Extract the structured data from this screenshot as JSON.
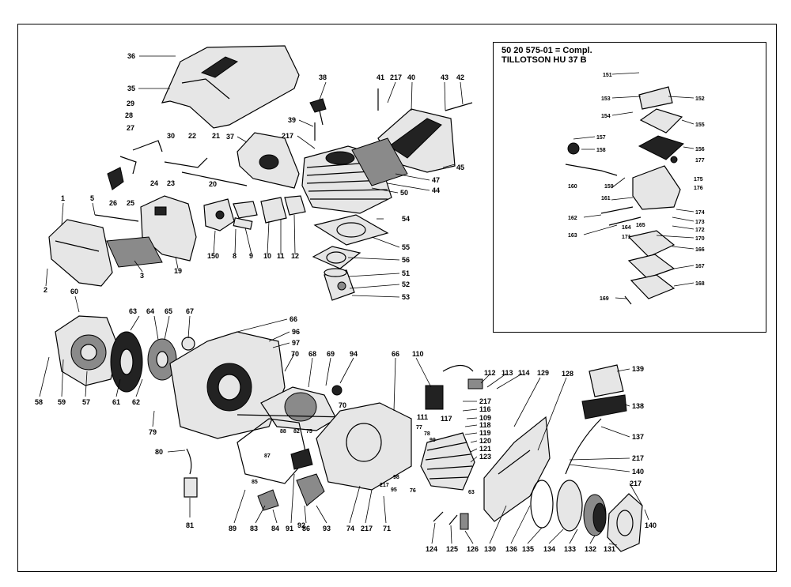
{
  "inset": {
    "title_line1": "50 20 575-01 = Compl.",
    "title_line2": "TILLOTSON HU 37 B"
  },
  "labels": {
    "p1": "1",
    "p2": "2",
    "p3": "3",
    "p5": "5",
    "p8": "8",
    "p9": "9",
    "p10": "10",
    "p11": "11",
    "p12": "12",
    "p19": "19",
    "p20": "20",
    "p21": "21",
    "p22": "22",
    "p23": "23",
    "p24": "24",
    "p25": "25",
    "p26": "26",
    "p27": "27",
    "p28": "28",
    "p29": "29",
    "p30": "30",
    "p35": "35",
    "p36": "36",
    "p37": "37",
    "p38": "38",
    "p39": "39",
    "p217a": "217",
    "p217b": "217",
    "p40": "40",
    "p41": "41",
    "p42": "42",
    "p43": "43",
    "p44": "44",
    "p45": "45",
    "p47": "47",
    "p50": "50",
    "p51": "51",
    "p52": "52",
    "p53": "53",
    "p54": "54",
    "p55": "55",
    "p56": "56",
    "p150": "150",
    "p57": "57",
    "p58": "58",
    "p59": "59",
    "p60": "60",
    "p61": "61",
    "p62": "62",
    "p63": "63",
    "p64": "64",
    "p65": "65",
    "p66a": "66",
    "p67": "67",
    "p68": "68",
    "p69": "69",
    "p70a": "70",
    "p70b": "70",
    "p94": "94",
    "p96": "96",
    "p97": "97",
    "p79": "79",
    "p80": "80",
    "p81": "81",
    "p66b": "66",
    "p110": "110",
    "p112": "112",
    "p113": "113",
    "p114": "114",
    "p129": "129",
    "p128": "128",
    "p139": "139",
    "p138": "138",
    "p137": "137",
    "p217c": "217",
    "p140a": "140",
    "p217d": "217",
    "p140b": "140",
    "p217e": "217",
    "p116": "116",
    "p111": "111",
    "p117": "117",
    "p109": "109",
    "p118": "118",
    "p119": "119",
    "p120": "120",
    "p121": "121",
    "p123": "123",
    "p77": "77",
    "p78": "78",
    "p99": "99",
    "p88": "88",
    "p82": "82",
    "p75": "75",
    "p87": "87",
    "p85": "85",
    "p98": "98",
    "p95": "95",
    "p217f": "217",
    "p76": "76",
    "p63b": "63",
    "p89": "89",
    "p83": "83",
    "p84": "84",
    "p91": "91",
    "p86": "86",
    "p92": "92",
    "p93": "93",
    "p74": "74",
    "p217g": "217",
    "p71": "71",
    "p124": "124",
    "p125": "125",
    "p126": "126",
    "p130": "130",
    "p136": "136",
    "p135": "135",
    "p134": "134",
    "p133": "133",
    "p132": "132",
    "p131": "131",
    "c151": "151",
    "c152": "152",
    "c153": "153",
    "c154": "154",
    "c155": "155",
    "c156": "156",
    "c157": "157",
    "c158": "158",
    "c177": "177",
    "c175": "175",
    "c176": "176",
    "c159": "159",
    "c160": "160",
    "c161": "161",
    "c174": "174",
    "c162": "162",
    "c173": "173",
    "c165": "165",
    "c164": "164",
    "c172": "172",
    "c163": "163",
    "c171": "171",
    "c170": "170",
    "c166": "166",
    "c167": "167",
    "c168": "168",
    "c169": "169"
  }
}
